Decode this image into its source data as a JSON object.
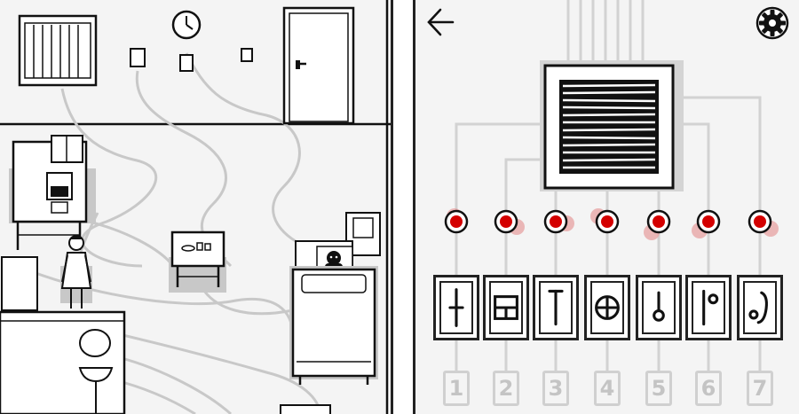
{
  "game": {
    "room_view": {
      "character": "patient",
      "tv_figure": "shadow-figure"
    },
    "panel": {
      "back_icon": "arrow-left-icon",
      "settings_icon": "gear-icon",
      "slots": [
        {
          "number": "1",
          "symbol": "cross-down"
        },
        {
          "number": "2",
          "symbol": "split-square"
        },
        {
          "number": "3",
          "symbol": "t-bar"
        },
        {
          "number": "4",
          "symbol": "circle-cross"
        },
        {
          "number": "5",
          "symbol": "stem-circle"
        },
        {
          "number": "6",
          "symbol": "bar-circle"
        },
        {
          "number": "7",
          "symbol": "hook-circle"
        }
      ],
      "led_color": "#d40000",
      "ghost_color": "#e7a6a6"
    }
  }
}
